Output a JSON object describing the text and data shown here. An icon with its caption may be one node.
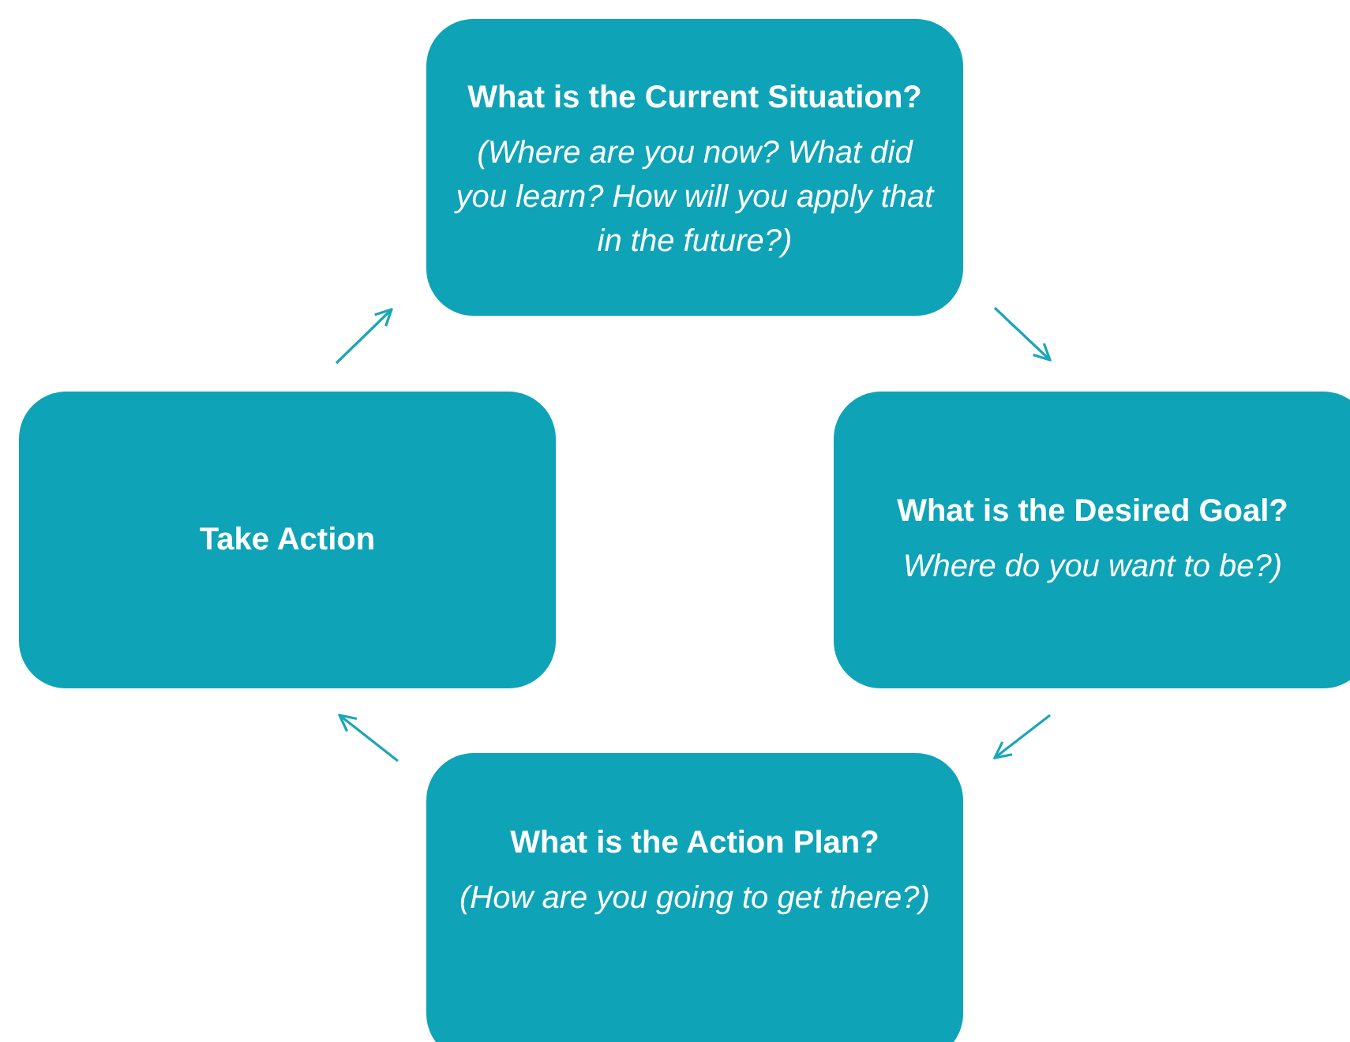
{
  "diagram": {
    "nodes": [
      {
        "text": [
          "What is the Current Situation?",
          "(Where are you now? What did you learn? How will you apply that in the future?)"
        ]
      },
      {
        "text": [
          "What is the Desired Goal?",
          "Where do you want to be?)"
        ]
      },
      {
        "text": [
          "What is the Action Plan?",
          "(How are you going to get there?)"
        ]
      },
      {
        "text": [
          "Take Action"
        ]
      }
    ],
    "edges": [
      {
        "from": 0,
        "to": 1,
        "arrow": "to"
      },
      {
        "from": 1,
        "to": 2,
        "arrow": "to"
      },
      {
        "from": 2,
        "to": 3,
        "arrow": "to"
      },
      {
        "from": 3,
        "to": 0,
        "arrow": "to"
      }
    ]
  }
}
